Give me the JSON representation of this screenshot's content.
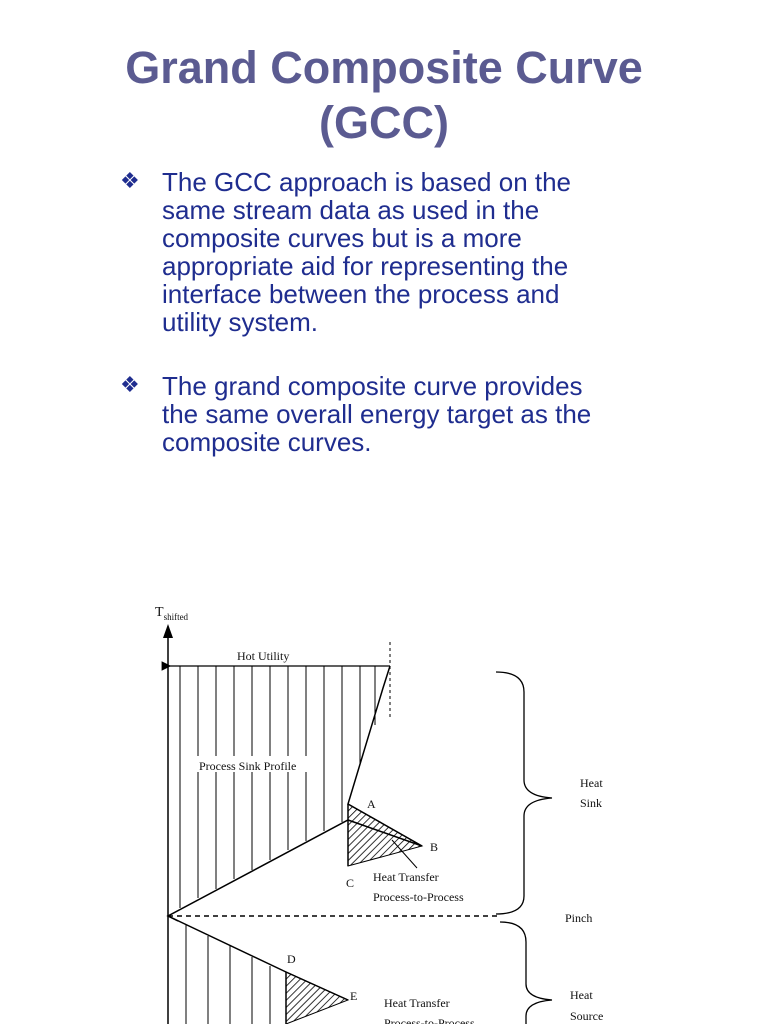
{
  "slide": {
    "title_line1": "Grand Composite Curve",
    "title_line2": "(GCC)",
    "bullets": [
      {
        "icon": "diamond-bullet-icon",
        "lines": [
          "The GCC approach is based on the",
          "same stream data as used in the",
          "composite curves but is a more",
          "appropriate aid for representing the",
          "interface between the process and",
          "utility system."
        ]
      },
      {
        "icon": "diamond-bullet-icon",
        "lines": [
          "The grand composite curve provides",
          "the same overall energy target as the",
          "composite curves."
        ]
      }
    ]
  },
  "diagram": {
    "y_axis": {
      "main": "T",
      "sub": "shifted"
    },
    "hot_utility": "Hot Utility",
    "process_sink_profile": "Process Sink Profile",
    "heat_sink": [
      "Heat",
      "Sink"
    ],
    "heat_source": [
      "Heat",
      "Source"
    ],
    "pinch": "Pinch",
    "heat_transfer_1": [
      "Heat Transfer",
      "Process-to-Process"
    ],
    "heat_transfer_2": [
      "Heat Transfer",
      "Process-to-Process"
    ],
    "points": {
      "A": "A",
      "B": "B",
      "C": "C",
      "D": "D",
      "E": "E"
    }
  }
}
